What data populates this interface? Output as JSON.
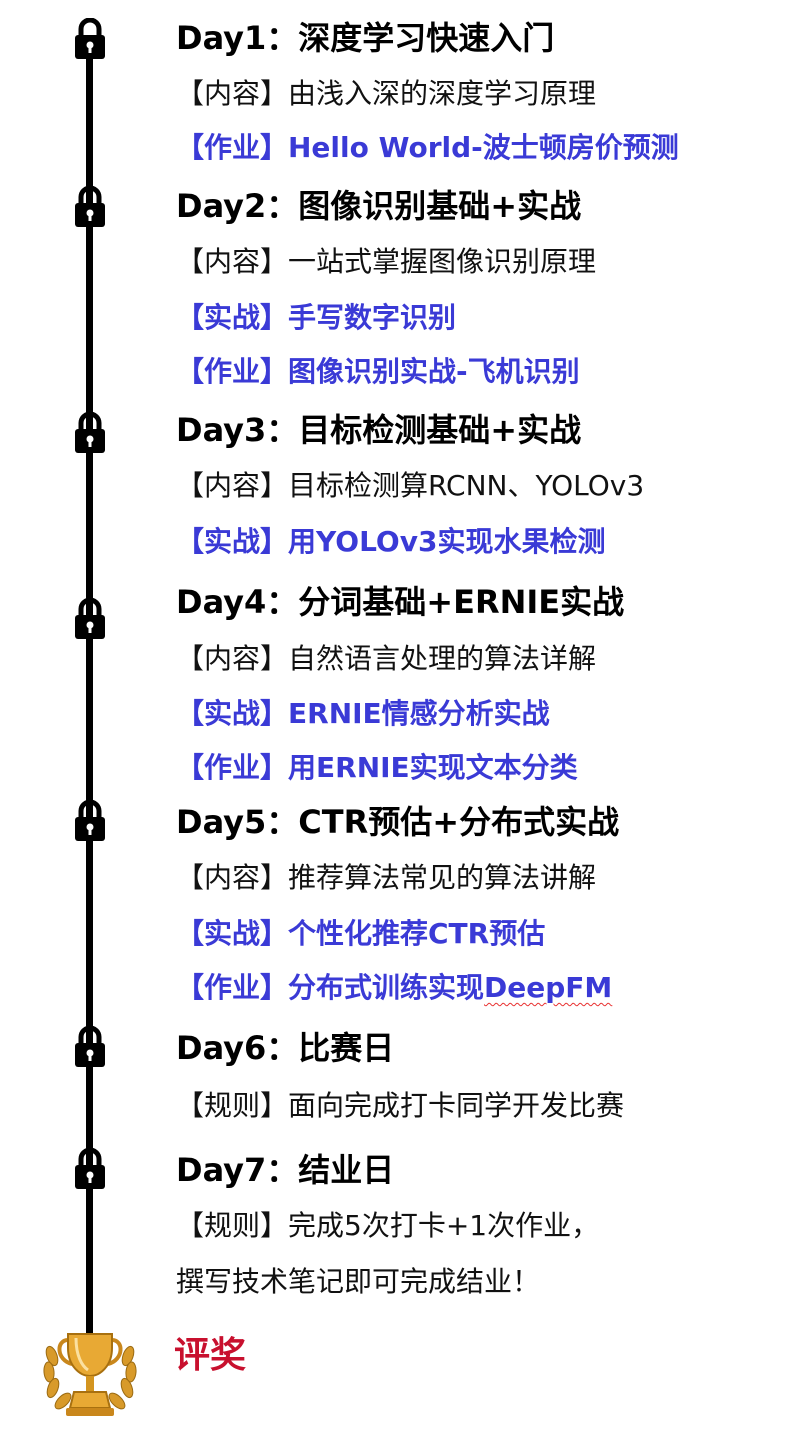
{
  "lock_icon": "padlock-icon",
  "trophy_icon": "trophy-icon",
  "colors": {
    "title": "#000000",
    "body": "#111111",
    "blue": "#3a3ad6",
    "award": "#c8102e",
    "line": "#000000"
  },
  "days": [
    {
      "title": "Day1：深度学习快速入门",
      "content": "【内容】由浅入深的深度学习原理",
      "homework": "【作业】Hello World-波士顿房价预测"
    },
    {
      "title": "Day2：图像识别基础+实战",
      "content": "【内容】一站式掌握图像识别原理",
      "practice": "【实战】手写数字识别",
      "homework": "【作业】图像识别实战-飞机识别"
    },
    {
      "title": "Day3：目标检测基础+实战",
      "content": "【内容】目标检测算RCNN、YOLOv3",
      "practice": "【实战】用YOLOv3实现水果检测"
    },
    {
      "title": "Day4：分词基础+ERNIE实战",
      "content": "【内容】自然语言处理的算法详解",
      "practice": "【实战】ERNIE情感分析实战",
      "homework": "【作业】用ERNIE实现文本分类"
    },
    {
      "title": "Day5：CTR预估+分布式实战",
      "content": "【内容】推荐算法常见的算法讲解",
      "practice": "【实战】个性化推荐CTR预估",
      "homework_prefix": "【作业】分布式训练实现",
      "homework_term": "DeepFM"
    },
    {
      "title": "Day6：比赛日",
      "rule": "【规则】面向完成打卡同学开发比赛"
    },
    {
      "title": "Day7：结业日",
      "rule": "【规则】完成5次打卡+1次作业，",
      "rule_line2": "撰写技术笔记即可完成结业！"
    }
  ],
  "award": "评奖"
}
